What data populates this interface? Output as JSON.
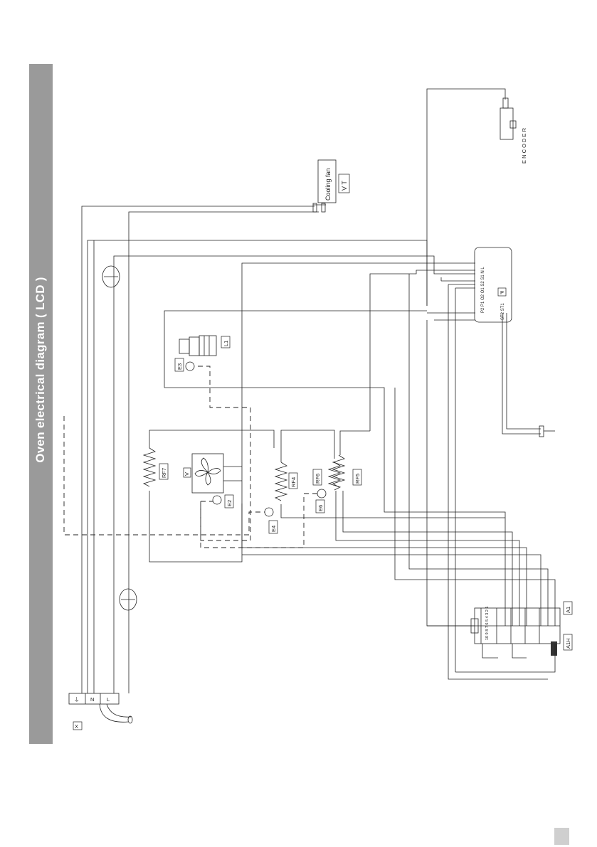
{
  "title": "Oven electrical diagram ( LCD )",
  "labels": {
    "cooling_fan": "Cooling fan",
    "vt": "V T",
    "encoder": "E N C O D E R",
    "l1": "L1",
    "e3": "E3",
    "rf7": "RF7",
    "v": "V",
    "e2": "E2",
    "e4": "E4",
    "rf4": "RF4",
    "rf6": "RF6",
    "e6": "E6",
    "rf5": "RF5",
    "p": "P",
    "a1": "A1",
    "a1h": "A1H",
    "x": "X",
    "term_n": "N",
    "term_l": "L",
    "terminal_codes": "P2 P1 O2 O1 S2 S1 N L",
    "sensor_codes": "ST2 ST1",
    "switch_codes": "10 9 8 7 6 5 4 3 2 1"
  }
}
